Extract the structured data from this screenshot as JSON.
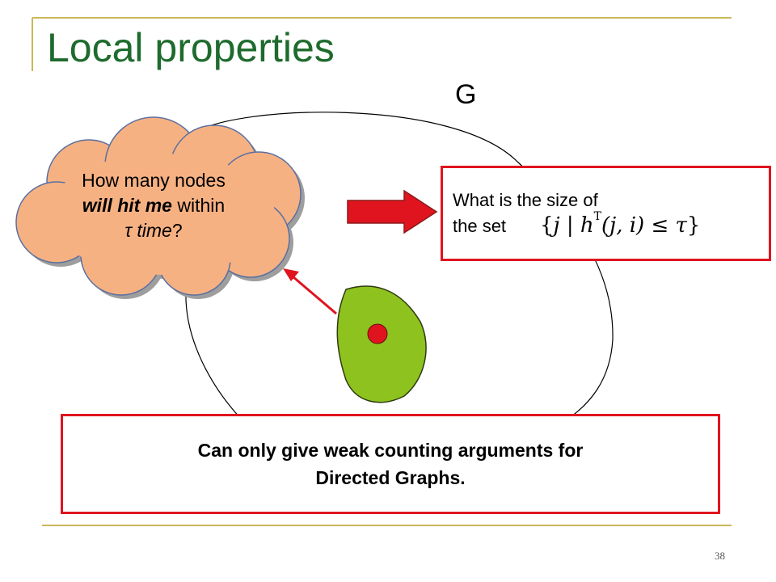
{
  "slide": {
    "title": "Local properties",
    "graph_label": "G",
    "page_number": "38"
  },
  "cloud": {
    "line1": "How many nodes",
    "line2_bold": "will hit me",
    "line2_rest": " within",
    "line3_tau": "τ time",
    "line3_end": "?"
  },
  "question": {
    "line1": "What is the size of",
    "line2": "the set",
    "formula_open": "{",
    "formula_j": "j",
    "formula_bar": " | ",
    "formula_h": "h",
    "formula_sup": "T",
    "formula_args": "(j, i)",
    "formula_le": " ≤ ",
    "formula_tau": "τ",
    "formula_close": "}"
  },
  "note": {
    "line1": "Can only give weak counting arguments for",
    "line2": "Directed Graphs."
  },
  "colors": {
    "title_green": "#1e6b2d",
    "accent_red": "#e0141e",
    "cloud_fill": "#f6b183",
    "leaf_green": "#8ec21f",
    "frame_olive": "#c8b85a"
  }
}
